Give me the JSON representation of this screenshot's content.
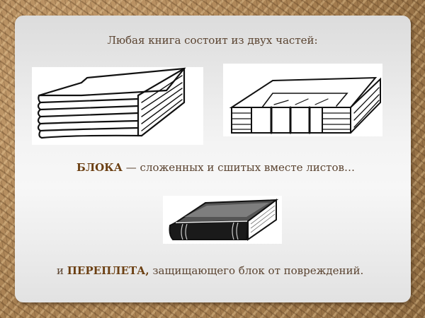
{
  "slide": {
    "title": "Любая книга состоит из двух частей:",
    "block_line": {
      "term": "БЛОКА",
      "rest": " — сложенных и сшитых вместе листов…"
    },
    "binding_line": {
      "prefix": "и ",
      "term": "ПЕРЕПЛЕТА,",
      "rest": " защищающего блок от повреждений."
    },
    "images": [
      {
        "name": "book-block-illustration"
      },
      {
        "name": "sewn-block-illustration"
      },
      {
        "name": "bound-book-illustration"
      }
    ]
  },
  "colors": {
    "text": "#5a4330",
    "term": "#6b3f12",
    "panel": "#f4f4f4",
    "frame": "#b08a5c"
  }
}
